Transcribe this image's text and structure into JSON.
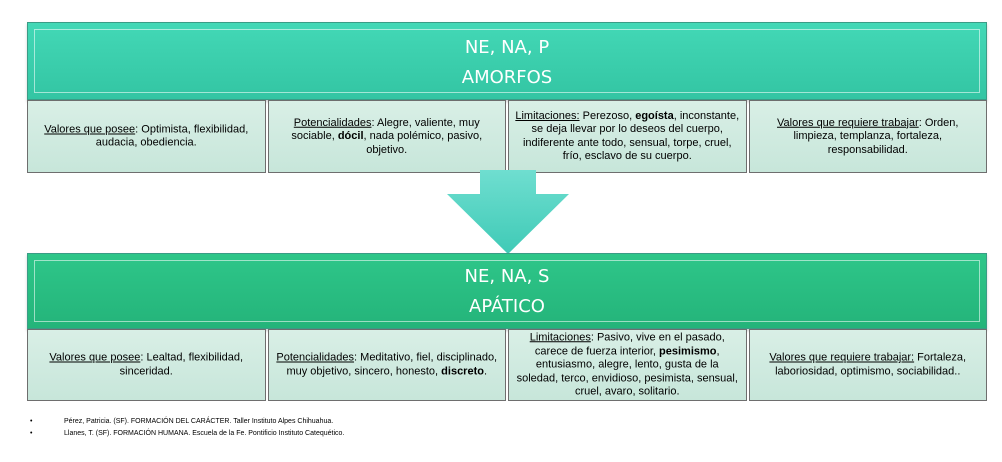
{
  "blocks": [
    {
      "title": "NE, NA, P",
      "subtitle": "AMORFOS",
      "cells": [
        {
          "label": "Valores que posee",
          "sep": ": ",
          "parts": [
            {
              "text": "Optimista, flexibilidad, audacia, obediencia.",
              "bold": false
            }
          ]
        },
        {
          "label": "Potencialidades",
          "sep": ": ",
          "parts": [
            {
              "text": "Alegre, valiente, muy sociable, ",
              "bold": false
            },
            {
              "text": "dócil",
              "bold": true
            },
            {
              "text": ", nada polémico, pasivo, objetivo.",
              "bold": false
            }
          ]
        },
        {
          "label": "Limitaciones:",
          "sep": "  ",
          "parts": [
            {
              "text": "Perezoso, ",
              "bold": false
            },
            {
              "text": "egoísta",
              "bold": true
            },
            {
              "text": ", inconstante, se deja llevar por lo deseos del cuerpo, indiferente ante todo, sensual, torpe, cruel, frío, esclavo de su cuerpo.",
              "bold": false
            }
          ]
        },
        {
          "label": "Valores que requiere trabajar",
          "sep": ": ",
          "parts": [
            {
              "text": "Orden, limpieza, templanza, fortaleza, responsabilidad.",
              "bold": false
            }
          ]
        }
      ]
    },
    {
      "title": "NE, NA, S",
      "subtitle": "APÁTICO",
      "cells": [
        {
          "label": "Valores que posee",
          "sep": ": ",
          "parts": [
            {
              "text": "Lealtad, flexibilidad, sinceridad.",
              "bold": false
            }
          ]
        },
        {
          "label": "Potencialidades",
          "sep": ": ",
          "parts": [
            {
              "text": "Meditativo, fiel, disciplinado, muy  objetivo, sincero, honesto, ",
              "bold": false
            },
            {
              "text": "discreto",
              "bold": true
            },
            {
              "text": ".",
              "bold": false
            }
          ]
        },
        {
          "label": "Limitaciones",
          "sep": ": ",
          "parts": [
            {
              "text": "Pasivo, vive en el pasado, carece de fuerza interior, ",
              "bold": false
            },
            {
              "text": "pesimismo",
              "bold": true
            },
            {
              "text": ", entusiasmo, alegre, lento, gusta de la soledad, terco, envidioso, pesimista, sensual, cruel, avaro, solitario.",
              "bold": false
            }
          ]
        },
        {
          "label": "Valores que requiere trabajar:",
          "sep": " ",
          "parts": [
            {
              "text": "Fortaleza, laboriosidad, optimismo, sociabilidad..",
              "bold": false
            }
          ]
        }
      ]
    }
  ],
  "arrow_icon": "down-arrow-icon",
  "colors": {
    "header_top": "#3dd1ae",
    "header_bottom": "#2bbf84",
    "cell_bg": "#d2ece1",
    "arrow": "#4fd1bd"
  },
  "references": [
    {
      "bullet": "•",
      "text": "Pérez, Patricia. (SF). FORMACIÓN DEL CARÁCTER. Taller Instituto Alpes Chihuahua."
    },
    {
      "bullet": "•",
      "text": "Llanes, T. (SF). FORMACIÓN HUMANA. Escuela de la Fe. Pontificio Instituto Catequético."
    }
  ]
}
